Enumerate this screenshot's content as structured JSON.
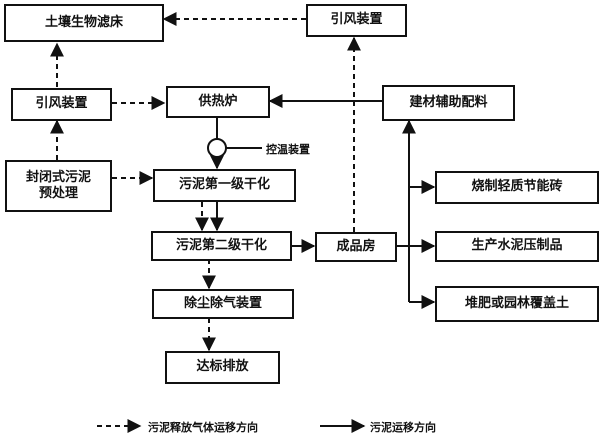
{
  "nodes": {
    "soil_bed": "土壤生物滤床",
    "fan_top": "引风装置",
    "fan_left": "引风装置",
    "furnace": "供热炉",
    "aux_materials": "建材辅助配料",
    "pretreat": "封闭式污泥\n预处理",
    "dry1": "污泥第一级干化",
    "dry2": "污泥第二级干化",
    "product": "成品房",
    "brick": "烧制轻质节能砖",
    "cement": "生产水泥压制品",
    "soil": "堆肥或园林覆盖土",
    "deodor": "除尘除气装置",
    "discharge": "达标排放"
  },
  "labels": {
    "control": "控温装置"
  },
  "legend": {
    "dashed": "污泥释放气体运移方向",
    "solid": "污泥运移方向"
  },
  "colors": {
    "ink": "#111111",
    "background": "#ffffff"
  }
}
